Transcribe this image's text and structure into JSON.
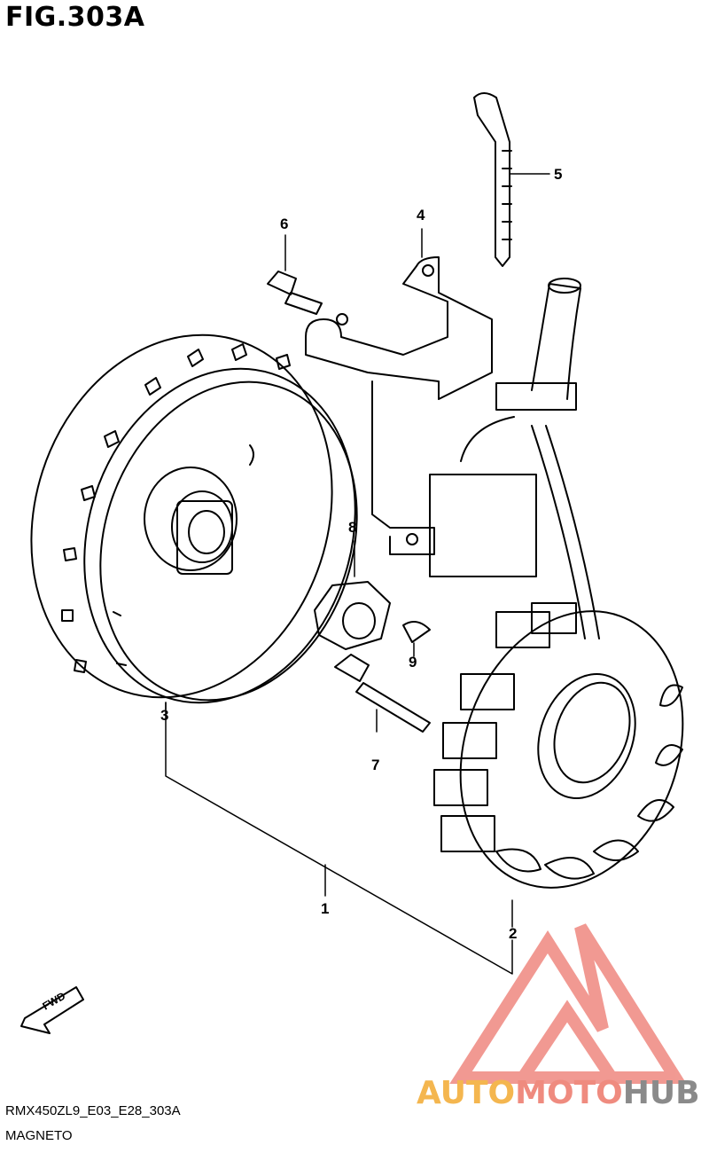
{
  "figure": {
    "title": "FIG.303A",
    "code": "RMX450ZL9_E03_E28_303A",
    "name": "MAGNETO"
  },
  "callouts": [
    {
      "id": "1",
      "label": "1"
    },
    {
      "id": "2",
      "label": "2"
    },
    {
      "id": "3",
      "label": "3"
    },
    {
      "id": "4",
      "label": "4"
    },
    {
      "id": "5",
      "label": "5"
    },
    {
      "id": "6",
      "label": "6"
    },
    {
      "id": "7",
      "label": "7"
    },
    {
      "id": "8",
      "label": "8"
    },
    {
      "id": "9",
      "label": "9"
    }
  ],
  "direction_badge": "FWD",
  "watermark": {
    "part1": "AUTO",
    "part2": "MOTO",
    "part3": "HUB",
    "colors": {
      "auto": "#f4b64f",
      "moto": "#ef8b7f",
      "hub": "#8a8a8a",
      "logo": "#f08f87"
    }
  }
}
